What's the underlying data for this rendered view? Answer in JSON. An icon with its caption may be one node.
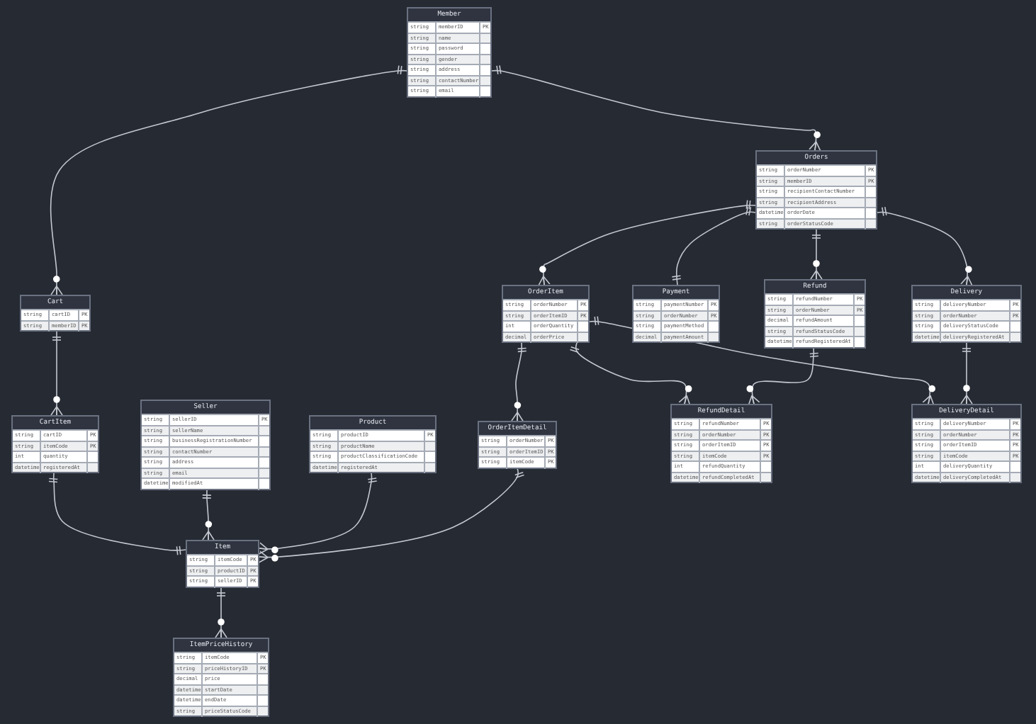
{
  "diagram": {
    "nodes": [
      {
        "text": [
          "Member"
        ]
      },
      {
        "text": [
          "string",
          "memberID",
          "PK"
        ],
        "in": 0
      },
      {
        "text": [
          "string",
          "name"
        ],
        "in": 0
      },
      {
        "text": [
          "string",
          "password"
        ],
        "in": 0
      },
      {
        "text": [
          "string",
          "gender"
        ],
        "in": 0
      },
      {
        "text": [
          "string",
          "address"
        ],
        "in": 0
      },
      {
        "text": [
          "string",
          "contactNumber"
        ],
        "in": 0
      },
      {
        "text": [
          "string",
          "email"
        ],
        "in": 0
      },
      {
        "text": [
          "Orders"
        ]
      },
      {
        "text": [
          "string",
          "orderNumber",
          "PK"
        ],
        "in": 8
      },
      {
        "text": [
          "string",
          "memberID",
          "PK"
        ],
        "in": 8
      },
      {
        "text": [
          "string",
          "recipientContactNumber"
        ],
        "in": 8
      },
      {
        "text": [
          "string",
          "recipientAddress"
        ],
        "in": 8
      },
      {
        "text": [
          "datetime",
          "orderDate"
        ],
        "in": 8
      },
      {
        "text": [
          "string",
          "orderStatusCode"
        ],
        "in": 8
      },
      {
        "text": [
          "Refund"
        ]
      },
      {
        "text": [
          "string",
          "refundNumber",
          "PK"
        ],
        "in": 15
      },
      {
        "text": [
          "string",
          "orderNumber",
          "PK"
        ],
        "in": 15
      },
      {
        "text": [
          "decimal",
          "refundAmount"
        ],
        "in": 15
      },
      {
        "text": [
          "string",
          "refundStatusCode"
        ],
        "in": 15
      },
      {
        "text": [
          "datetime",
          "refundRegisteredAt"
        ],
        "in": 15
      },
      {
        "text": [
          "OrderItem"
        ]
      },
      {
        "text": [
          "string",
          "orderNumber",
          "PK"
        ],
        "in": 21
      },
      {
        "text": [
          "string",
          "orderItemID",
          "PK"
        ],
        "in": 21
      },
      {
        "text": [
          "int",
          "orderQuantity"
        ],
        "in": 21
      },
      {
        "text": [
          "decimal",
          "orderPrice"
        ],
        "in": 21
      },
      {
        "text": [
          "Payment"
        ]
      },
      {
        "text": [
          "string",
          "paymentNumber",
          "PK"
        ],
        "in": 26
      },
      {
        "text": [
          "string",
          "orderNumber",
          "PK"
        ],
        "in": 26
      },
      {
        "text": [
          "string",
          "paymentMethod"
        ],
        "in": 26
      },
      {
        "text": [
          "decimal",
          "paymentAmount"
        ],
        "in": 26
      },
      {
        "text": [
          "Delivery"
        ]
      },
      {
        "text": [
          "string",
          "deliveryNumber",
          "PK"
        ],
        "in": 31
      },
      {
        "text": [
          "string",
          "orderNumber",
          "PK"
        ],
        "in": 31
      },
      {
        "text": [
          "string",
          "deliveryStatusCode"
        ],
        "in": 31
      },
      {
        "text": [
          "datetime",
          "deliveryRegisteredAt"
        ],
        "in": 31
      },
      {
        "text": [
          "Cart"
        ]
      },
      {
        "text": [
          "string",
          "cartID",
          "PK"
        ],
        "in": 36
      },
      {
        "text": [
          "string",
          "memberID",
          "PK"
        ],
        "in": 36
      },
      {
        "text": [
          "CartItem"
        ]
      },
      {
        "text": [
          "string",
          "cartID",
          "PK"
        ],
        "in": 39
      },
      {
        "text": [
          "string",
          "itemCode",
          "PK"
        ],
        "in": 39
      },
      {
        "text": [
          "int",
          "quantity"
        ],
        "in": 39
      },
      {
        "text": [
          "datetime",
          "registeredAt"
        ],
        "in": 39
      },
      {
        "text": [
          "Seller"
        ]
      },
      {
        "text": [
          "string",
          "sellerID",
          "PK"
        ],
        "in": 44
      },
      {
        "text": [
          "string",
          "sellerName"
        ],
        "in": 44
      },
      {
        "text": [
          "string",
          "businessRegistrationNumber"
        ],
        "in": 44
      },
      {
        "text": [
          "string",
          "contactNumber"
        ],
        "in": 44
      },
      {
        "text": [
          "string",
          "address"
        ],
        "in": 44
      },
      {
        "text": [
          "string",
          "email"
        ],
        "in": 44
      },
      {
        "text": [
          "datetime",
          "modifiedAt"
        ],
        "in": 44
      },
      {
        "text": [
          "Product"
        ]
      },
      {
        "text": [
          "string",
          "productID",
          "PK"
        ],
        "in": 52
      },
      {
        "text": [
          "string",
          "productName"
        ],
        "in": 52
      },
      {
        "text": [
          "string",
          "productClassificationCode"
        ],
        "in": 52
      },
      {
        "text": [
          "datetime",
          "registeredAt"
        ],
        "in": 52
      },
      {
        "text": [
          "OrderItemDetail"
        ]
      },
      {
        "text": [
          "string",
          "orderNumber",
          "PK"
        ],
        "in": 57
      },
      {
        "text": [
          "string",
          "orderItemID",
          "PK"
        ],
        "in": 57
      },
      {
        "text": [
          "string",
          "itemCode",
          "PK"
        ],
        "in": 57
      },
      {
        "text": [
          "RefundDetail"
        ]
      },
      {
        "text": [
          "string",
          "refundNumber",
          "PK"
        ],
        "in": 61
      },
      {
        "text": [
          "string",
          "orderNumber",
          "PK"
        ],
        "in": 61
      },
      {
        "text": [
          "string",
          "orderItemID",
          "PK"
        ],
        "in": 61
      },
      {
        "text": [
          "string",
          "itemCode",
          "PK"
        ],
        "in": 61
      },
      {
        "text": [
          "int",
          "refundQuantity"
        ],
        "in": 61
      },
      {
        "text": [
          "datetime",
          "refundCompletedAt"
        ],
        "in": 61
      },
      {
        "text": [
          "DeliveryDetail"
        ]
      },
      {
        "text": [
          "string",
          "deliveryNumber",
          "PK"
        ],
        "in": 68
      },
      {
        "text": [
          "string",
          "orderNumber",
          "PK"
        ],
        "in": 68
      },
      {
        "text": [
          "string",
          "orderItemID",
          "PK"
        ],
        "in": 68
      },
      {
        "text": [
          "string",
          "itemCode",
          "PK"
        ],
        "in": 68
      },
      {
        "text": [
          "int",
          "deliveryQuantity"
        ],
        "in": 68
      },
      {
        "text": [
          "datetime",
          "deliveryCompletedAt"
        ],
        "in": 68
      },
      {
        "text": [
          "Item"
        ]
      },
      {
        "text": [
          "string",
          "itemCode",
          "PK"
        ],
        "in": 75
      },
      {
        "text": [
          "string",
          "productID",
          "PK"
        ],
        "in": 75
      },
      {
        "text": [
          "string",
          "sellerID",
          "PK"
        ],
        "in": 75
      },
      {
        "text": [
          "ItemPriceHistory"
        ]
      },
      {
        "text": [
          "string",
          "itemCode",
          "PK"
        ],
        "in": 79
      },
      {
        "text": [
          "string",
          "priceHistoryID",
          "PK"
        ],
        "in": 79
      },
      {
        "text": [
          "decimal",
          "price"
        ],
        "in": 79
      },
      {
        "text": [
          "datetime",
          "startDate"
        ],
        "in": 79
      },
      {
        "text": [
          "datetime",
          "endDate"
        ],
        "in": 79
      },
      {
        "text": [
          "string",
          "priceStatusCode"
        ],
        "in": 79
      }
    ],
    "edges": [
      {
        "from": 0,
        "to": 36,
        "arrow": "other"
      },
      {
        "from": 0,
        "to": 8,
        "arrow": "other"
      },
      {
        "from": 8,
        "to": 21,
        "arrow": "other"
      },
      {
        "from": 8,
        "to": 26,
        "arrow": "other"
      },
      {
        "from": 8,
        "to": 15,
        "arrow": "other"
      },
      {
        "from": 8,
        "to": 31,
        "arrow": "other"
      },
      {
        "from": 36,
        "to": 39,
        "arrow": "other"
      },
      {
        "from": 21,
        "to": 57,
        "arrow": "other"
      },
      {
        "from": 21,
        "to": 61,
        "arrow": "other"
      },
      {
        "from": 21,
        "to": 68,
        "arrow": "other"
      },
      {
        "from": 15,
        "to": 61,
        "arrow": "other"
      },
      {
        "from": 31,
        "to": 68,
        "arrow": "other"
      },
      {
        "from": 39,
        "to": 75,
        "arrow": "other"
      },
      {
        "from": 44,
        "to": 75,
        "arrow": "other"
      },
      {
        "from": 52,
        "to": 75,
        "arrow": "other"
      },
      {
        "from": 57,
        "to": 75,
        "arrow": "other"
      },
      {
        "from": 75,
        "to": 79,
        "arrow": "other"
      }
    ]
  }
}
